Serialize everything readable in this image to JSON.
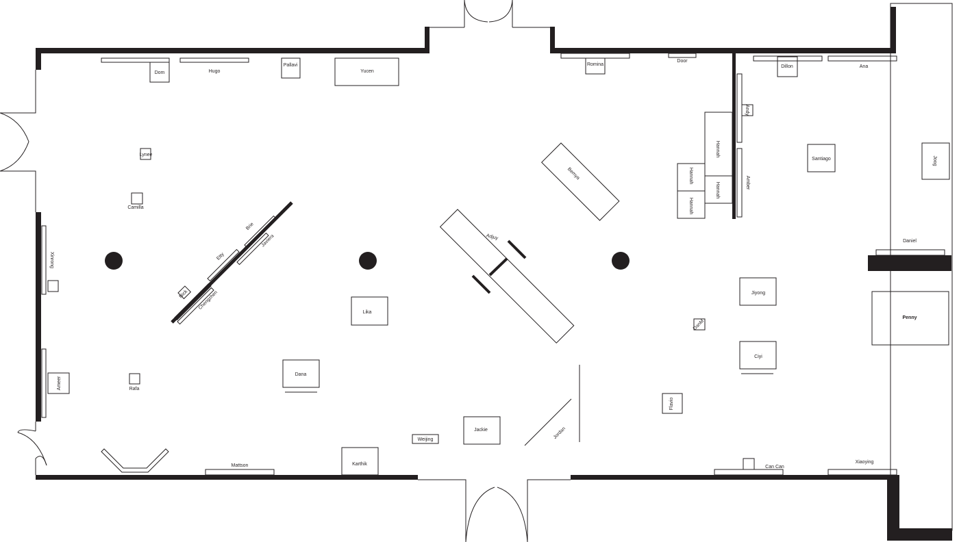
{
  "plan": {
    "wall_color": "#231f20",
    "labels": {
      "dom": "Dom",
      "hugo": "Hugo",
      "pallavi": "Pallavi",
      "yucen": "Yucen",
      "romina": "Romina",
      "door": "Door",
      "dillon": "Dillon",
      "ana": "Ana",
      "andy": "Andy",
      "hannah": "Hannah",
      "amber": "Amber",
      "santiago": "Santiago",
      "joog": "Joog",
      "bemya": "Bemya",
      "adjuy": "Adjuy",
      "lynee": "Lynee",
      "camilla": "Camilla",
      "xinrong": "Xinrong",
      "brie": "Brie",
      "etty": "Etty",
      "javiera": "Javiera",
      "nick": "Nick",
      "chengzhen": "Chengzhen",
      "lika": "Lika",
      "dana": "Dana",
      "ameer": "Ameer",
      "rafa": "Rafa",
      "mattson": "Mattson",
      "karthik": "Karthik",
      "weijing": "Weijing",
      "jackie": "Jackie",
      "jordan": "Jordan",
      "flavio": "Flavio",
      "danm": "DanM",
      "jiyong": "Jiyong",
      "ciyi": "Ciyi",
      "penny": "Penny",
      "daniel": "Daniel",
      "cancan": "Can Can",
      "xiaoying": "Xiaoying"
    }
  }
}
